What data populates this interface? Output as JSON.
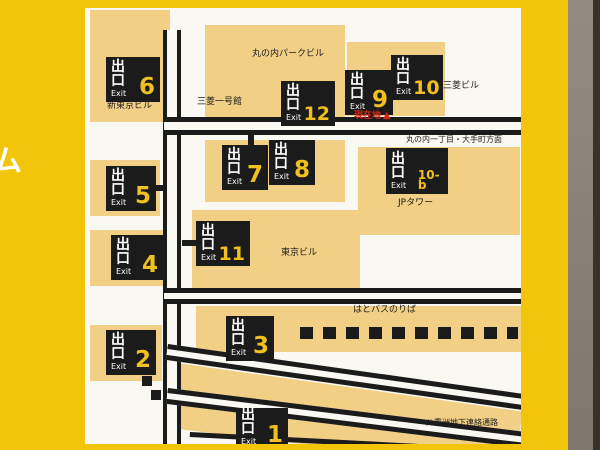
{
  "sign": {
    "left_partial_text": "ム"
  },
  "exit_box": {
    "jp": "出口",
    "en": "Exit"
  },
  "exits": [
    {
      "id": "exit-6",
      "number": "6"
    },
    {
      "id": "exit-12",
      "number": "12"
    },
    {
      "id": "exit-9",
      "number": "9"
    },
    {
      "id": "exit-10",
      "number": "10"
    },
    {
      "id": "exit-7",
      "number": "7"
    },
    {
      "id": "exit-8",
      "number": "8"
    },
    {
      "id": "exit-10b",
      "number": "10-b"
    },
    {
      "id": "exit-5",
      "number": "5"
    },
    {
      "id": "exit-11",
      "number": "11"
    },
    {
      "id": "exit-4",
      "number": "4"
    },
    {
      "id": "exit-3",
      "number": "3"
    },
    {
      "id": "exit-2",
      "number": "2"
    },
    {
      "id": "exit-1",
      "number": "1"
    }
  ],
  "labels": {
    "marunouchi_park_bldg": "丸の内パークビル",
    "shin_tokyo_bldg": "新東京ビル",
    "mitsubishi_bldg": "三菱ビル",
    "mitsubishi_ichigokan": "三菱一号館",
    "current_location": "現在地",
    "current_location_marker": "▲",
    "direction_note": "丸の内一丁目・大手町方面",
    "jp_tower": "JPタワー",
    "tokyo_bldg": "東京ビル",
    "hato_bus_stop": "はとバスのりば",
    "yaesu_passage": "八重洲地下連絡通路"
  },
  "colors": {
    "sign_yellow": "#f2c50b",
    "panel_white": "#faf8f2",
    "building_tan": "#f1cf85",
    "road_black": "#1b1b1b",
    "number_yellow": "#f0c11e",
    "location_red": "#cf2617",
    "wall_gray": "#8d867e"
  }
}
